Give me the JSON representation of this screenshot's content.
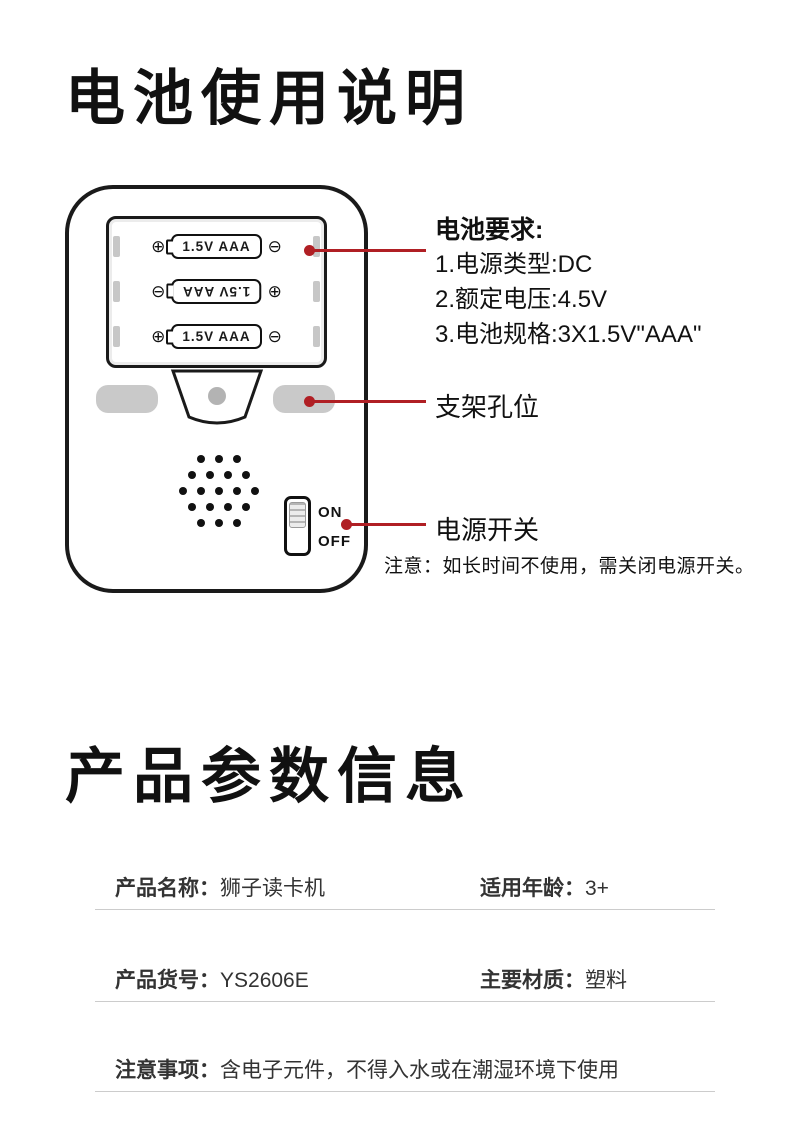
{
  "sections": {
    "battery_title": "电池使用说明",
    "params_title": "产品参数信息"
  },
  "device": {
    "batteries": [
      {
        "label": "1.5V AAA"
      },
      {
        "label": "1.5V AAA"
      },
      {
        "label": "1.5V AAA"
      }
    ],
    "switch": {
      "on": "ON",
      "off": "OFF"
    }
  },
  "annotations": {
    "battery_requirements": {
      "title": "电池要求:",
      "items": [
        "1.电源类型:DC",
        "2.额定电压:4.5V",
        "3.电池规格:3X1.5V\"AAA\""
      ]
    },
    "bracket_hole": "支架孔位",
    "power_switch": "电源开关",
    "power_note": "注意：如长时间不使用，需关闭电源开关。"
  },
  "params_table": {
    "rows": [
      {
        "left_label": "产品名称：",
        "left_value": "狮子读卡机",
        "right_label": "适用年龄：",
        "right_value": "3+"
      },
      {
        "left_label": "产品货号：",
        "left_value": "YS2606E",
        "right_label": "主要材质：",
        "right_value": "塑料"
      },
      {
        "left_label": "注意事项：",
        "left_value": "含电子元件，不得入水或在潮湿环境下使用"
      }
    ]
  },
  "colors": {
    "accent_red": "#b01f24"
  }
}
